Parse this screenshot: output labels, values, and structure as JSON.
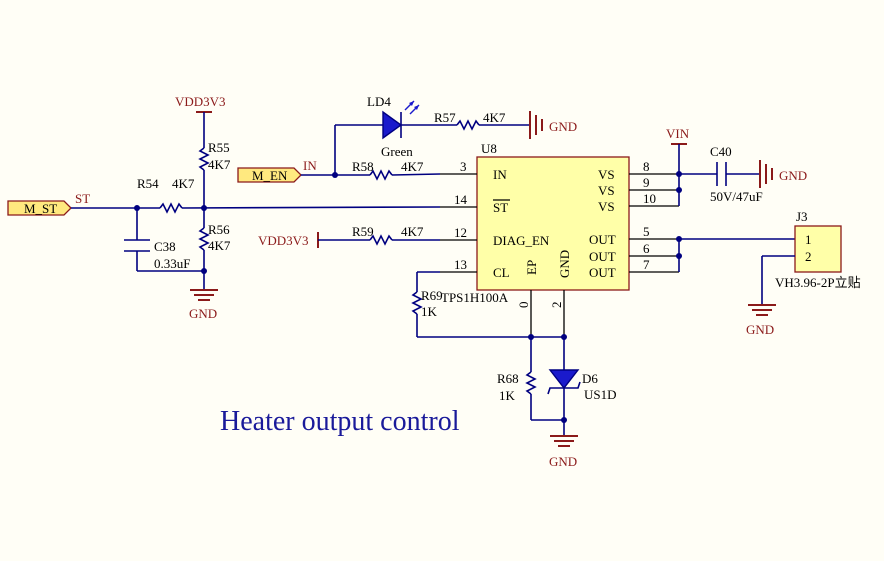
{
  "title": "Heater output control",
  "ports": {
    "m_st": "M_ST",
    "m_en": "M_EN"
  },
  "nets": {
    "st": "ST",
    "in": "IN"
  },
  "power": {
    "vdd_top": "VDD3V3",
    "vdd_left": "VDD3V3",
    "vin": "VIN",
    "gnd": "GND"
  },
  "components": {
    "r54": {
      "ref": "R54",
      "value": "4K7"
    },
    "r55": {
      "ref": "R55",
      "value": "4K7"
    },
    "r56": {
      "ref": "R56",
      "value": "4K7"
    },
    "r57": {
      "ref": "R57",
      "value": "4K7"
    },
    "r58": {
      "ref": "R58",
      "value": "4K7"
    },
    "r59": {
      "ref": "R59",
      "value": "4K7"
    },
    "r68": {
      "ref": "R68",
      "value": "1K"
    },
    "r69": {
      "ref": "R69",
      "value": "1K"
    },
    "c38": {
      "ref": "C38",
      "value": "0.33uF"
    },
    "c40": {
      "ref": "C40",
      "value": "50V/47uF"
    },
    "ld4": {
      "ref": "LD4",
      "value": "Green"
    },
    "d6": {
      "ref": "D6",
      "value": "US1D"
    },
    "j3": {
      "ref": "J3",
      "value": "VH3.96-2P立贴",
      "pins": [
        "1",
        "2"
      ]
    }
  },
  "u8": {
    "ref": "U8",
    "part": "TPS1H100A",
    "left_pins": [
      {
        "num": "3",
        "name": "IN"
      },
      {
        "num": "14",
        "name": "ST"
      },
      {
        "num": "12",
        "name": "DIAG_EN"
      },
      {
        "num": "13",
        "name": "CL"
      }
    ],
    "right_pins": [
      {
        "num": "8",
        "name": "VS"
      },
      {
        "num": "9",
        "name": "VS"
      },
      {
        "num": "10",
        "name": "VS"
      },
      {
        "num": "5",
        "name": "OUT"
      },
      {
        "num": "6",
        "name": "OUT"
      },
      {
        "num": "7",
        "name": "OUT"
      }
    ],
    "bottom_pins": [
      {
        "num": "0",
        "name": "EP"
      },
      {
        "num": "2",
        "name": "GND"
      }
    ]
  }
}
